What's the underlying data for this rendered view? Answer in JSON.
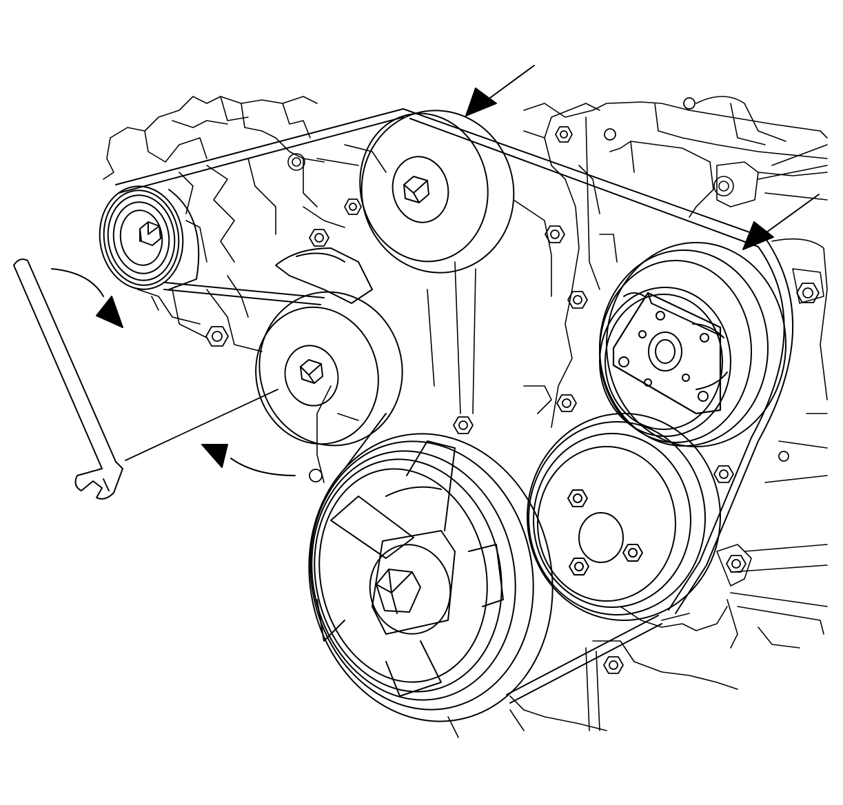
{
  "diagram": {
    "subject": "accessory-drive-belt-routing",
    "colors": {
      "line": "#000000",
      "background": "#ffffff",
      "shade": "#e6e6e6"
    },
    "components": {
      "generator_pulley": "generator-pulley",
      "upper_idler_pulley": "upper-idler-pulley",
      "tensioner_pulley": "belt-tensioner-pulley",
      "ac_compressor_pulley": "ac-compressor-pulley",
      "crankshaft_balancer": "crankshaft-balancer",
      "water_pump_pulley": "water-pump-pulley",
      "serpentine_belt": "serpentine-belt",
      "wrench_tool": "tensioner-wrench",
      "belt_location_arrows": [
        "belt-location-arrow-top",
        "belt-location-arrow-right"
      ],
      "rotation_arrows": [
        "tensioner-rotation-arrow-clockwise",
        "tensioner-rotation-arrow-counter"
      ]
    }
  }
}
